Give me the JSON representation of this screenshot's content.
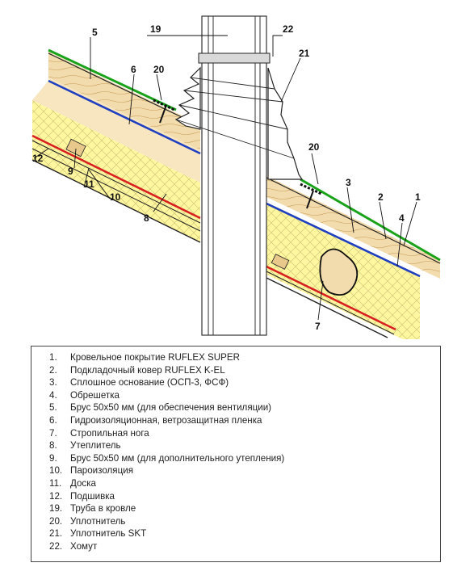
{
  "callouts": {
    "c1": "1",
    "c2": "2",
    "c3": "3",
    "c4": "4",
    "c5": "5",
    "c6": "6",
    "c7": "7",
    "c8": "8",
    "c9": "9",
    "c10": "10",
    "c11": "11",
    "c12": "12",
    "c19": "19",
    "c20a": "20",
    "c20b": "20",
    "c21": "21",
    "c22": "22"
  },
  "legend": [
    {
      "num": "1.",
      "text": "Кровельное покрытие RUFLEX SUPER"
    },
    {
      "num": "2.",
      "text": "Подкладочный ковер RUFLEX K-EL"
    },
    {
      "num": "3.",
      "text": "Сплошное основание (ОСП-3, ФСФ)"
    },
    {
      "num": "4.",
      "text": "Обрешетка"
    },
    {
      "num": "5.",
      "text": "Брус 50х50 мм (для обеспечения вентиляции)"
    },
    {
      "num": "6.",
      "text": "Гидроизоляционная, ветрозащитная пленка"
    },
    {
      "num": "7.",
      "text": "Стропильная нога"
    },
    {
      "num": "8.",
      "text": "Утеплитель"
    },
    {
      "num": "9.",
      "text": "Брус 50х50 мм (для дополнительного утепления)"
    },
    {
      "num": "10.",
      "text": "Пароизоляция"
    },
    {
      "num": "11.",
      "text": "Доска"
    },
    {
      "num": "12.",
      "text": "Подшивка"
    },
    {
      "num": "19.",
      "text": "Труба в кровле"
    },
    {
      "num": "20.",
      "text": "Уплотнитель"
    },
    {
      "num": "21.",
      "text": "Уплотнитель SKT"
    },
    {
      "num": "22.",
      "text": "Хомут"
    }
  ],
  "colors": {
    "roof_covering": "#1aa31a",
    "underlay": "#222222",
    "osb_wood": "#f2dcae",
    "membrane": "#1f3fbf",
    "insulation": "#fff6a0",
    "vapor_barrier": "#d92020",
    "pipe_wall": "#333333"
  }
}
